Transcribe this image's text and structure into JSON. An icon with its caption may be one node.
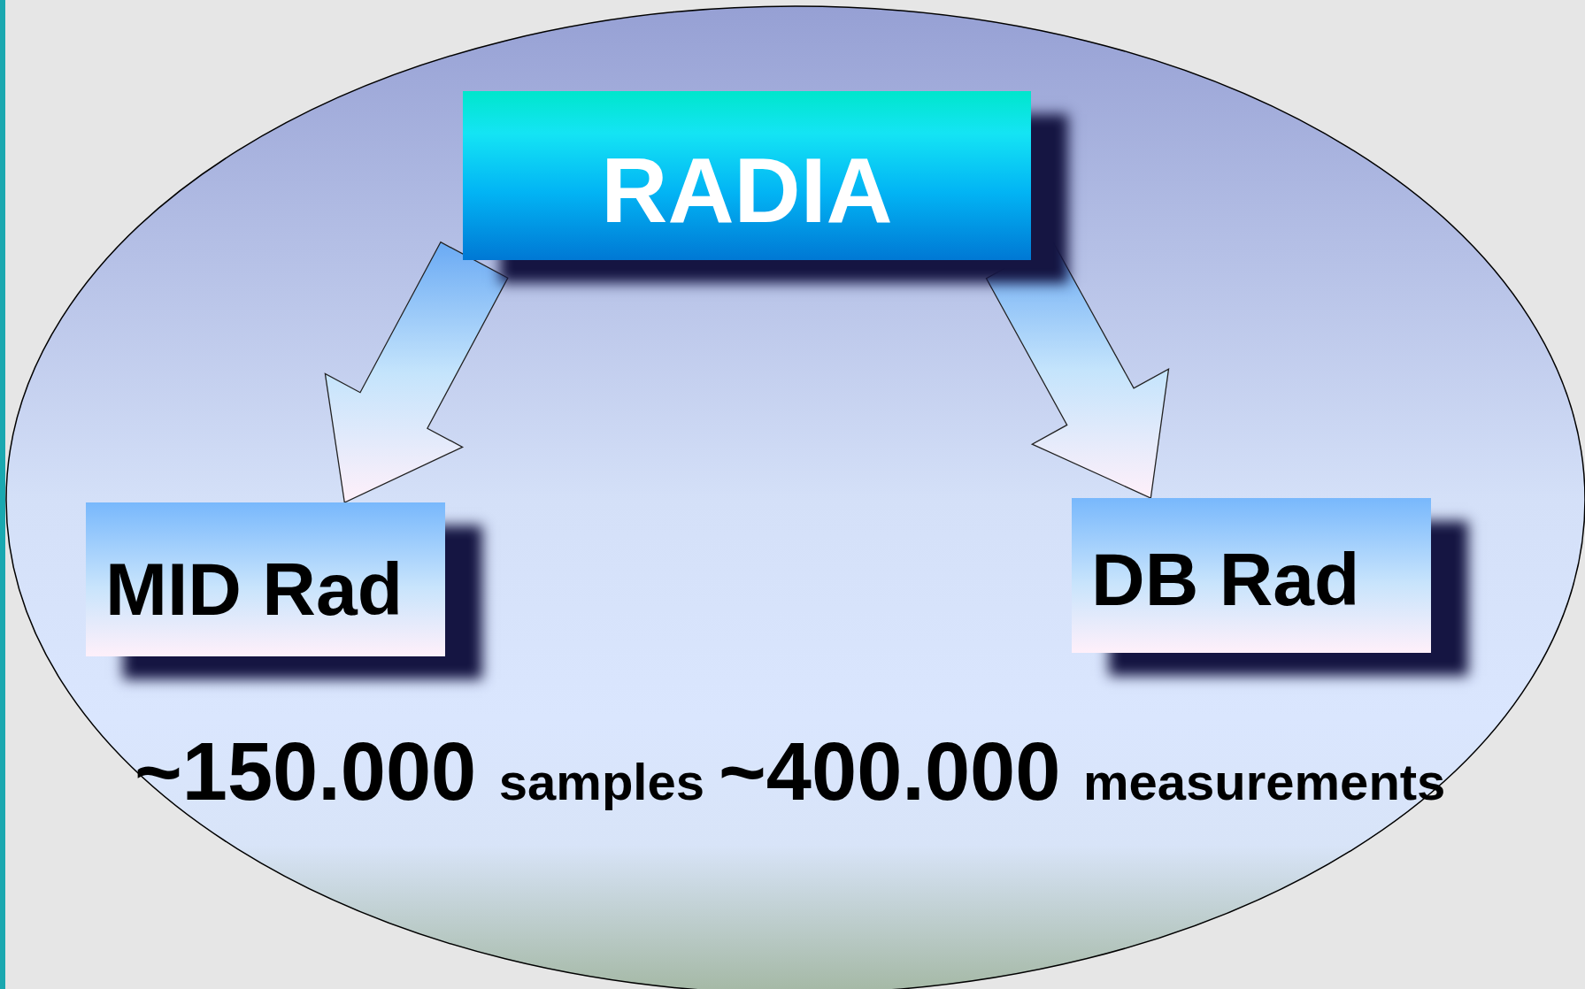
{
  "diagram": {
    "nodes": [
      {
        "text": [
          "~150.000 samples ~400.000 measurements"
        ]
      },
      {
        "text": [
          "RADIA"
        ],
        "in": 0
      },
      {
        "text": [
          "MID Rad"
        ],
        "in": 0
      },
      {
        "text": [
          "DB Rad"
        ],
        "in": 0
      }
    ],
    "edges": [
      {
        "from": 1,
        "to": 2,
        "arrow": "to"
      },
      {
        "from": 1,
        "to": 3,
        "arrow": "to"
      }
    ]
  }
}
